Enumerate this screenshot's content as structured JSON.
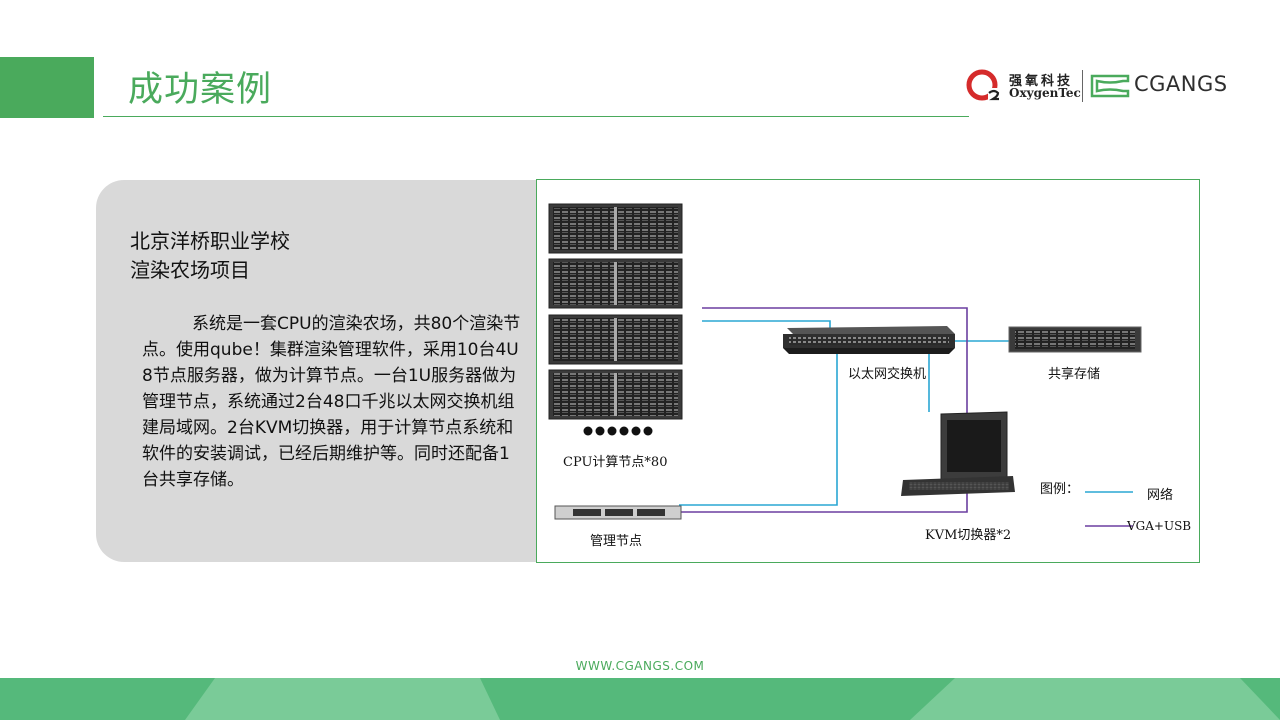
{
  "header": {
    "title": "成功案例",
    "logo_oxygen_cn": "强氧科技",
    "logo_oxygen_en": "OxygenTec",
    "logo_cgangs": "CGANGS"
  },
  "case": {
    "school": "北京洋桥职业学校",
    "project": "渲染农场项目",
    "description": "系统是一套CPU的渲染农场，共80个渲染节点。使用qube！集群渲染管理软件，采用10台4U8节点服务器，做为计算节点。一台1U服务器做为管理节点，系统通过2台48口千兆以太网交换机组建局域网。2台KVM切换器，用于计算节点系统和软件的安装调试，已经后期维护等。同时还配备1台共享存储。"
  },
  "diagram": {
    "cpu_nodes_label": "CPU计算节点*80",
    "mgmt_node_label": "管理节点",
    "switch_label": "以太网交换机",
    "storage_label": "共享存储",
    "kvm_label": "KVM切换器*2",
    "legend_title": "图例：",
    "legend_network": "网络",
    "legend_vga": "VGA+USB",
    "colors": {
      "network": "#2aa7d4",
      "vga_usb": "#6b3fa0"
    }
  },
  "footer": {
    "url": "WWW.CGANGS.COM",
    "colors": {
      "band": "#55b97b",
      "band_light": "#7acb98"
    }
  }
}
